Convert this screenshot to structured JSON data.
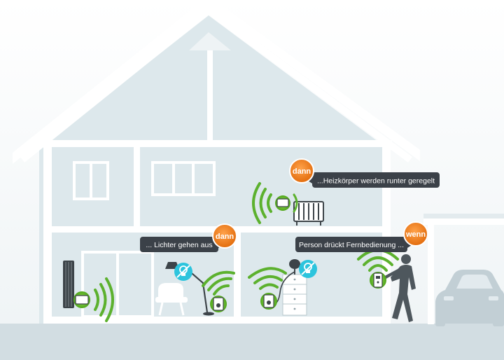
{
  "callouts": {
    "dann_top": "dann",
    "heat_text": "...Heizkörper werden runter geregelt",
    "dann_mid": "dann",
    "light_text": "... Lichter gehen aus",
    "wenn": "wenn",
    "remote_text": "Person drückt Fernbedienung ..."
  },
  "colors": {
    "orange": "#f07d16",
    "dark_label": "#3b4148",
    "green_device": "#6fc22a",
    "wave_green": "#5cb12e",
    "cyan_icon": "#2cc4dd",
    "house_fill": "#dde8ec",
    "house_line": "#ffffff",
    "ground": "#d2dde2"
  },
  "icons": [
    "light-off-icon",
    "light-off-icon",
    "radiator-icon",
    "remote-icon",
    "plug-icon"
  ]
}
